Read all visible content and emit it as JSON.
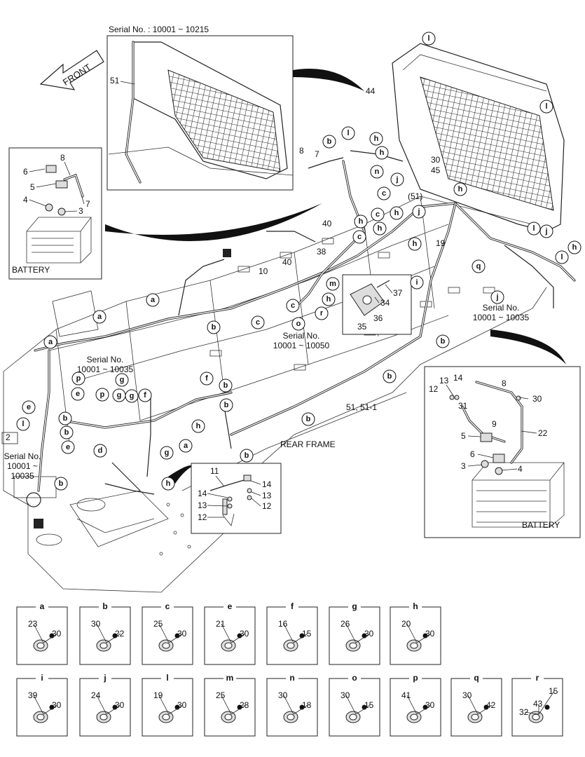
{
  "header": {
    "serial_top": "Serial No. : 10001 ~ 10215",
    "front_label": "FRONT"
  },
  "insets": {
    "battery_left_title": "BATTERY",
    "battery_right_title": "BATTERY",
    "rear_frame_label": "REAR FRAME",
    "serial_j": "Serial No.\n10001 ~ 10035",
    "serial_o": "Serial No.\n10001 ~ 10050",
    "serial_p": "Serial No.\n10001 ~ 10035",
    "serial_l": "Serial No.\n10001 ~\n10035",
    "ref_51": "51, 51-1",
    "ref_51_top": "51",
    "ref_44": "44",
    "ref_45": "45"
  },
  "callouts_letters": [
    "a",
    "b",
    "c",
    "d",
    "e",
    "f",
    "g",
    "h",
    "i",
    "j",
    "l",
    "m",
    "n",
    "o",
    "p",
    "q",
    "r"
  ],
  "details_row1": [
    {
      "letter": "a",
      "parts": [
        "23",
        "30"
      ]
    },
    {
      "letter": "b",
      "parts": [
        "30",
        "22"
      ]
    },
    {
      "letter": "c",
      "parts": [
        "25",
        "30"
      ]
    },
    {
      "letter": "e",
      "parts": [
        "21",
        "30"
      ]
    },
    {
      "letter": "f",
      "parts": [
        "16",
        "15"
      ]
    },
    {
      "letter": "g",
      "parts": [
        "26",
        "30"
      ]
    },
    {
      "letter": "h",
      "parts": [
        "20",
        "30"
      ]
    }
  ],
  "details_row2": [
    {
      "letter": "i",
      "parts": [
        "39",
        "30"
      ]
    },
    {
      "letter": "j",
      "parts": [
        "24",
        "30"
      ]
    },
    {
      "letter": "l",
      "parts": [
        "19",
        "30"
      ]
    },
    {
      "letter": "m",
      "parts": [
        "25",
        "28"
      ]
    },
    {
      "letter": "n",
      "parts": [
        "30",
        "18"
      ]
    },
    {
      "letter": "o",
      "parts": [
        "30",
        "15"
      ]
    },
    {
      "letter": "p",
      "parts": [
        "41",
        "30"
      ]
    },
    {
      "letter": "q",
      "parts": [
        "30",
        "42"
      ]
    },
    {
      "letter": "r",
      "parts": [
        "32",
        "43",
        "15"
      ]
    }
  ],
  "battery_left_parts": [
    "8",
    "6",
    "5",
    "4",
    "3",
    "7"
  ],
  "battery_right_parts": [
    "13",
    "14",
    "12",
    "8",
    "31",
    "30",
    "9",
    "22",
    "5",
    "6",
    "3",
    "4"
  ],
  "inset_11_parts": [
    "11",
    "14",
    "13",
    "12",
    "14",
    "13",
    "12"
  ],
  "bracket_parts": [
    "37",
    "34",
    "36",
    "35"
  ],
  "main_numbers": [
    "8",
    "7",
    "10",
    "2",
    "19",
    "30",
    "38",
    "40",
    "40",
    "(51)"
  ]
}
